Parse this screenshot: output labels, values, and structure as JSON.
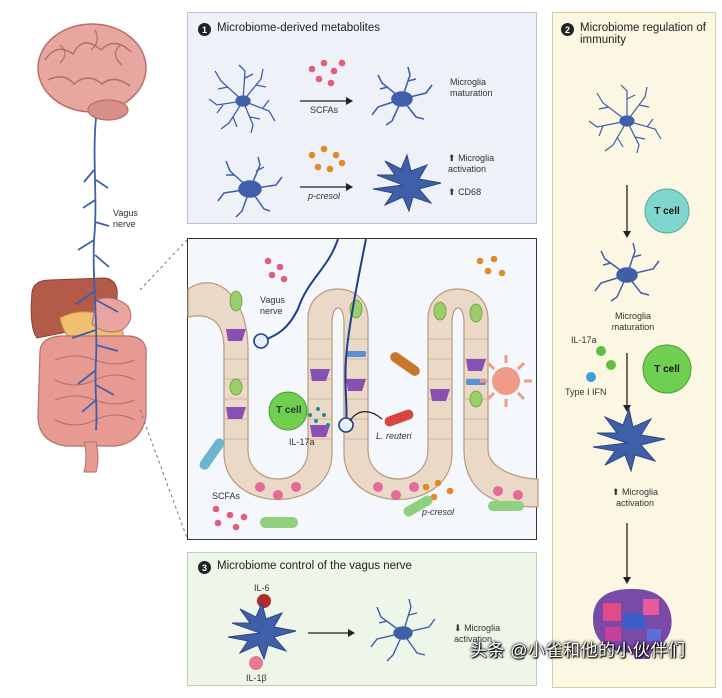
{
  "panel1": {
    "number": "1",
    "title": "Microbiome-derived metabolites",
    "scfas_arrow_label": "SCFAs",
    "microglia_maturation": "Microglia maturation",
    "pcresol_arrow_label": "p-cresol",
    "microglia_activation": "Microglia activation",
    "cd68": "CD68",
    "up_arrow_symbol": "⬆"
  },
  "panel2": {
    "number": "2",
    "title": "Microbiome regulation of immunity",
    "tcell_1": "T cell",
    "microglia_maturation": "Microglia maturation",
    "il17a": "IL-17a",
    "type1_ifn": "Type I IFN",
    "tcell_2": "T cell",
    "microglia_activation": "Microglia activation",
    "up_arrow_symbol": "⬆"
  },
  "panel3": {
    "number": "3",
    "title": "Microbiome control of the vagus nerve",
    "il6": "IL-6",
    "il1b": "IL-1β",
    "microglia_activation": "Microglia activation",
    "down_arrow_symbol": "⬇"
  },
  "body": {
    "vagus_nerve": "Vagus nerve"
  },
  "gut_panel": {
    "vagus_nerve": "Vagus nerve",
    "tcell": "T cell",
    "il17a": "IL-17a",
    "l_reuteri": "L. reuteri",
    "scfas": "SCFAs",
    "pcresol": "p-cresol"
  },
  "watermark": "头条 @小雀和他的小伙伴们",
  "colors": {
    "microglia_blue": "#3f5fa8",
    "tcell_green": "#6fcf50",
    "tcell_teal": "#7fd6cf",
    "brain_pink": "#e8a6a0",
    "intestine_pink": "#e69a92",
    "scfa_pink": "#e0607a",
    "pcresol_orange": "#e08a2a",
    "il6_red": "#b52a2a",
    "il17a_green": "#5fbf3f",
    "type1ifn_blue": "#3a9ed8"
  }
}
